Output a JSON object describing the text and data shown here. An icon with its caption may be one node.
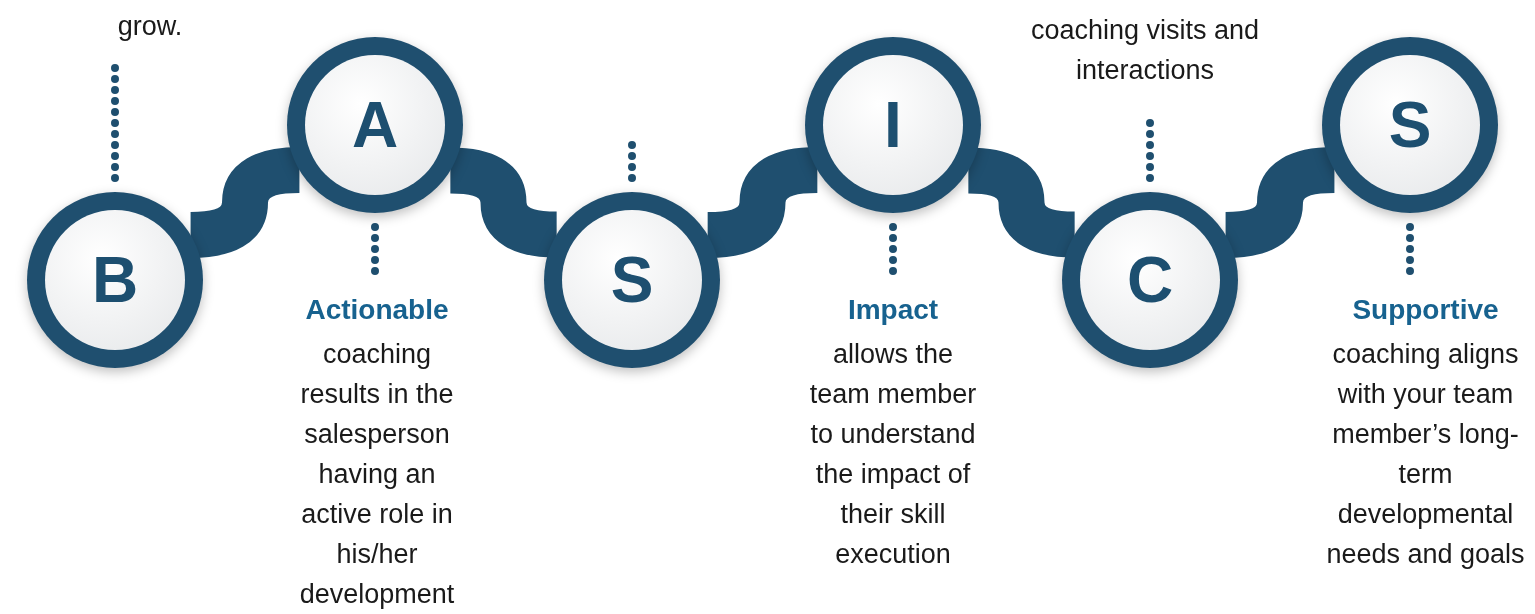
{
  "diagram": {
    "nodes": [
      {
        "text": [
          "B"
        ]
      },
      {
        "text": [
          "A"
        ]
      },
      {
        "text": [
          "S"
        ]
      },
      {
        "text": [
          "I"
        ]
      },
      {
        "text": [
          "C"
        ]
      },
      {
        "text": [
          "S"
        ]
      },
      {
        "text": [
          "grow."
        ]
      },
      {
        "text": [
          "Actionable",
          "coaching results in the salesperson having an active role in his/her development"
        ]
      },
      {
        "text": [
          "coaching visits and interactions"
        ]
      },
      {
        "text": [
          "Impact",
          "allows the team member to understand the impact of their skill execution"
        ]
      },
      {
        "text": [
          "Supportive",
          "coaching aligns with your team member’s long-term developmental needs and goals"
        ]
      }
    ],
    "edges": [
      {
        "from": 0,
        "to": 1,
        "arrow": "none",
        "style": "thick"
      },
      {
        "from": 1,
        "to": 2,
        "arrow": "none",
        "style": "thick"
      },
      {
        "from": 2,
        "to": 3,
        "arrow": "none",
        "style": "thick"
      },
      {
        "from": 3,
        "to": 4,
        "arrow": "none",
        "style": "thick"
      },
      {
        "from": 4,
        "to": 5,
        "arrow": "none",
        "style": "thick"
      },
      {
        "from": 0,
        "to": 6,
        "arrow": "none",
        "style": "dashed"
      },
      {
        "from": 1,
        "to": 7,
        "arrow": "none",
        "style": "dashed"
      },
      {
        "from": 2,
        "to": null,
        "arrow": "none",
        "style": "dashed"
      },
      {
        "from": 3,
        "to": 9,
        "arrow": "none",
        "style": "dashed"
      },
      {
        "from": 4,
        "to": 8,
        "arrow": "none",
        "style": "dashed"
      },
      {
        "from": 5,
        "to": 10,
        "arrow": "none",
        "style": "dashed"
      }
    ]
  }
}
